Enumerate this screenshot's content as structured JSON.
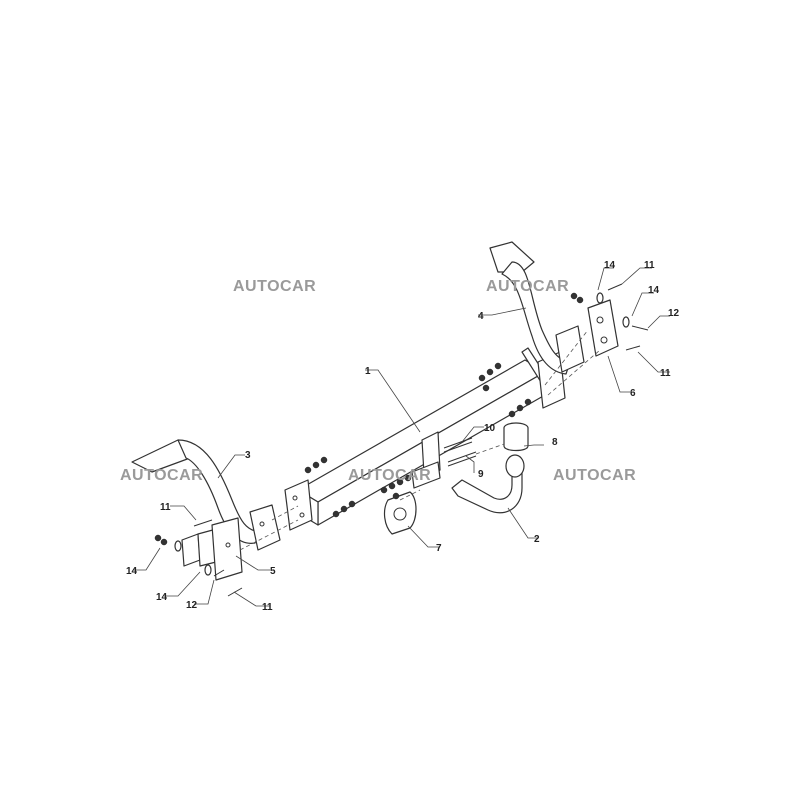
{
  "watermarks": [
    "AUTOCAR",
    "AUTOCAR",
    "AUTOCAR",
    "AUTOCAR",
    "AUTOCAR"
  ],
  "callouts": {
    "c1": "1",
    "c2": "2",
    "c3": "3",
    "c4": "4",
    "c5": "5",
    "c6": "6",
    "c7": "7",
    "c8": "8",
    "c9": "9",
    "c10": "10",
    "c11a": "11",
    "c11b": "11",
    "c11c": "11",
    "c11d": "11",
    "c12a": "12",
    "c12b": "12",
    "c14a": "14",
    "c14b": "14",
    "c14c": "14",
    "c14d": "14"
  }
}
